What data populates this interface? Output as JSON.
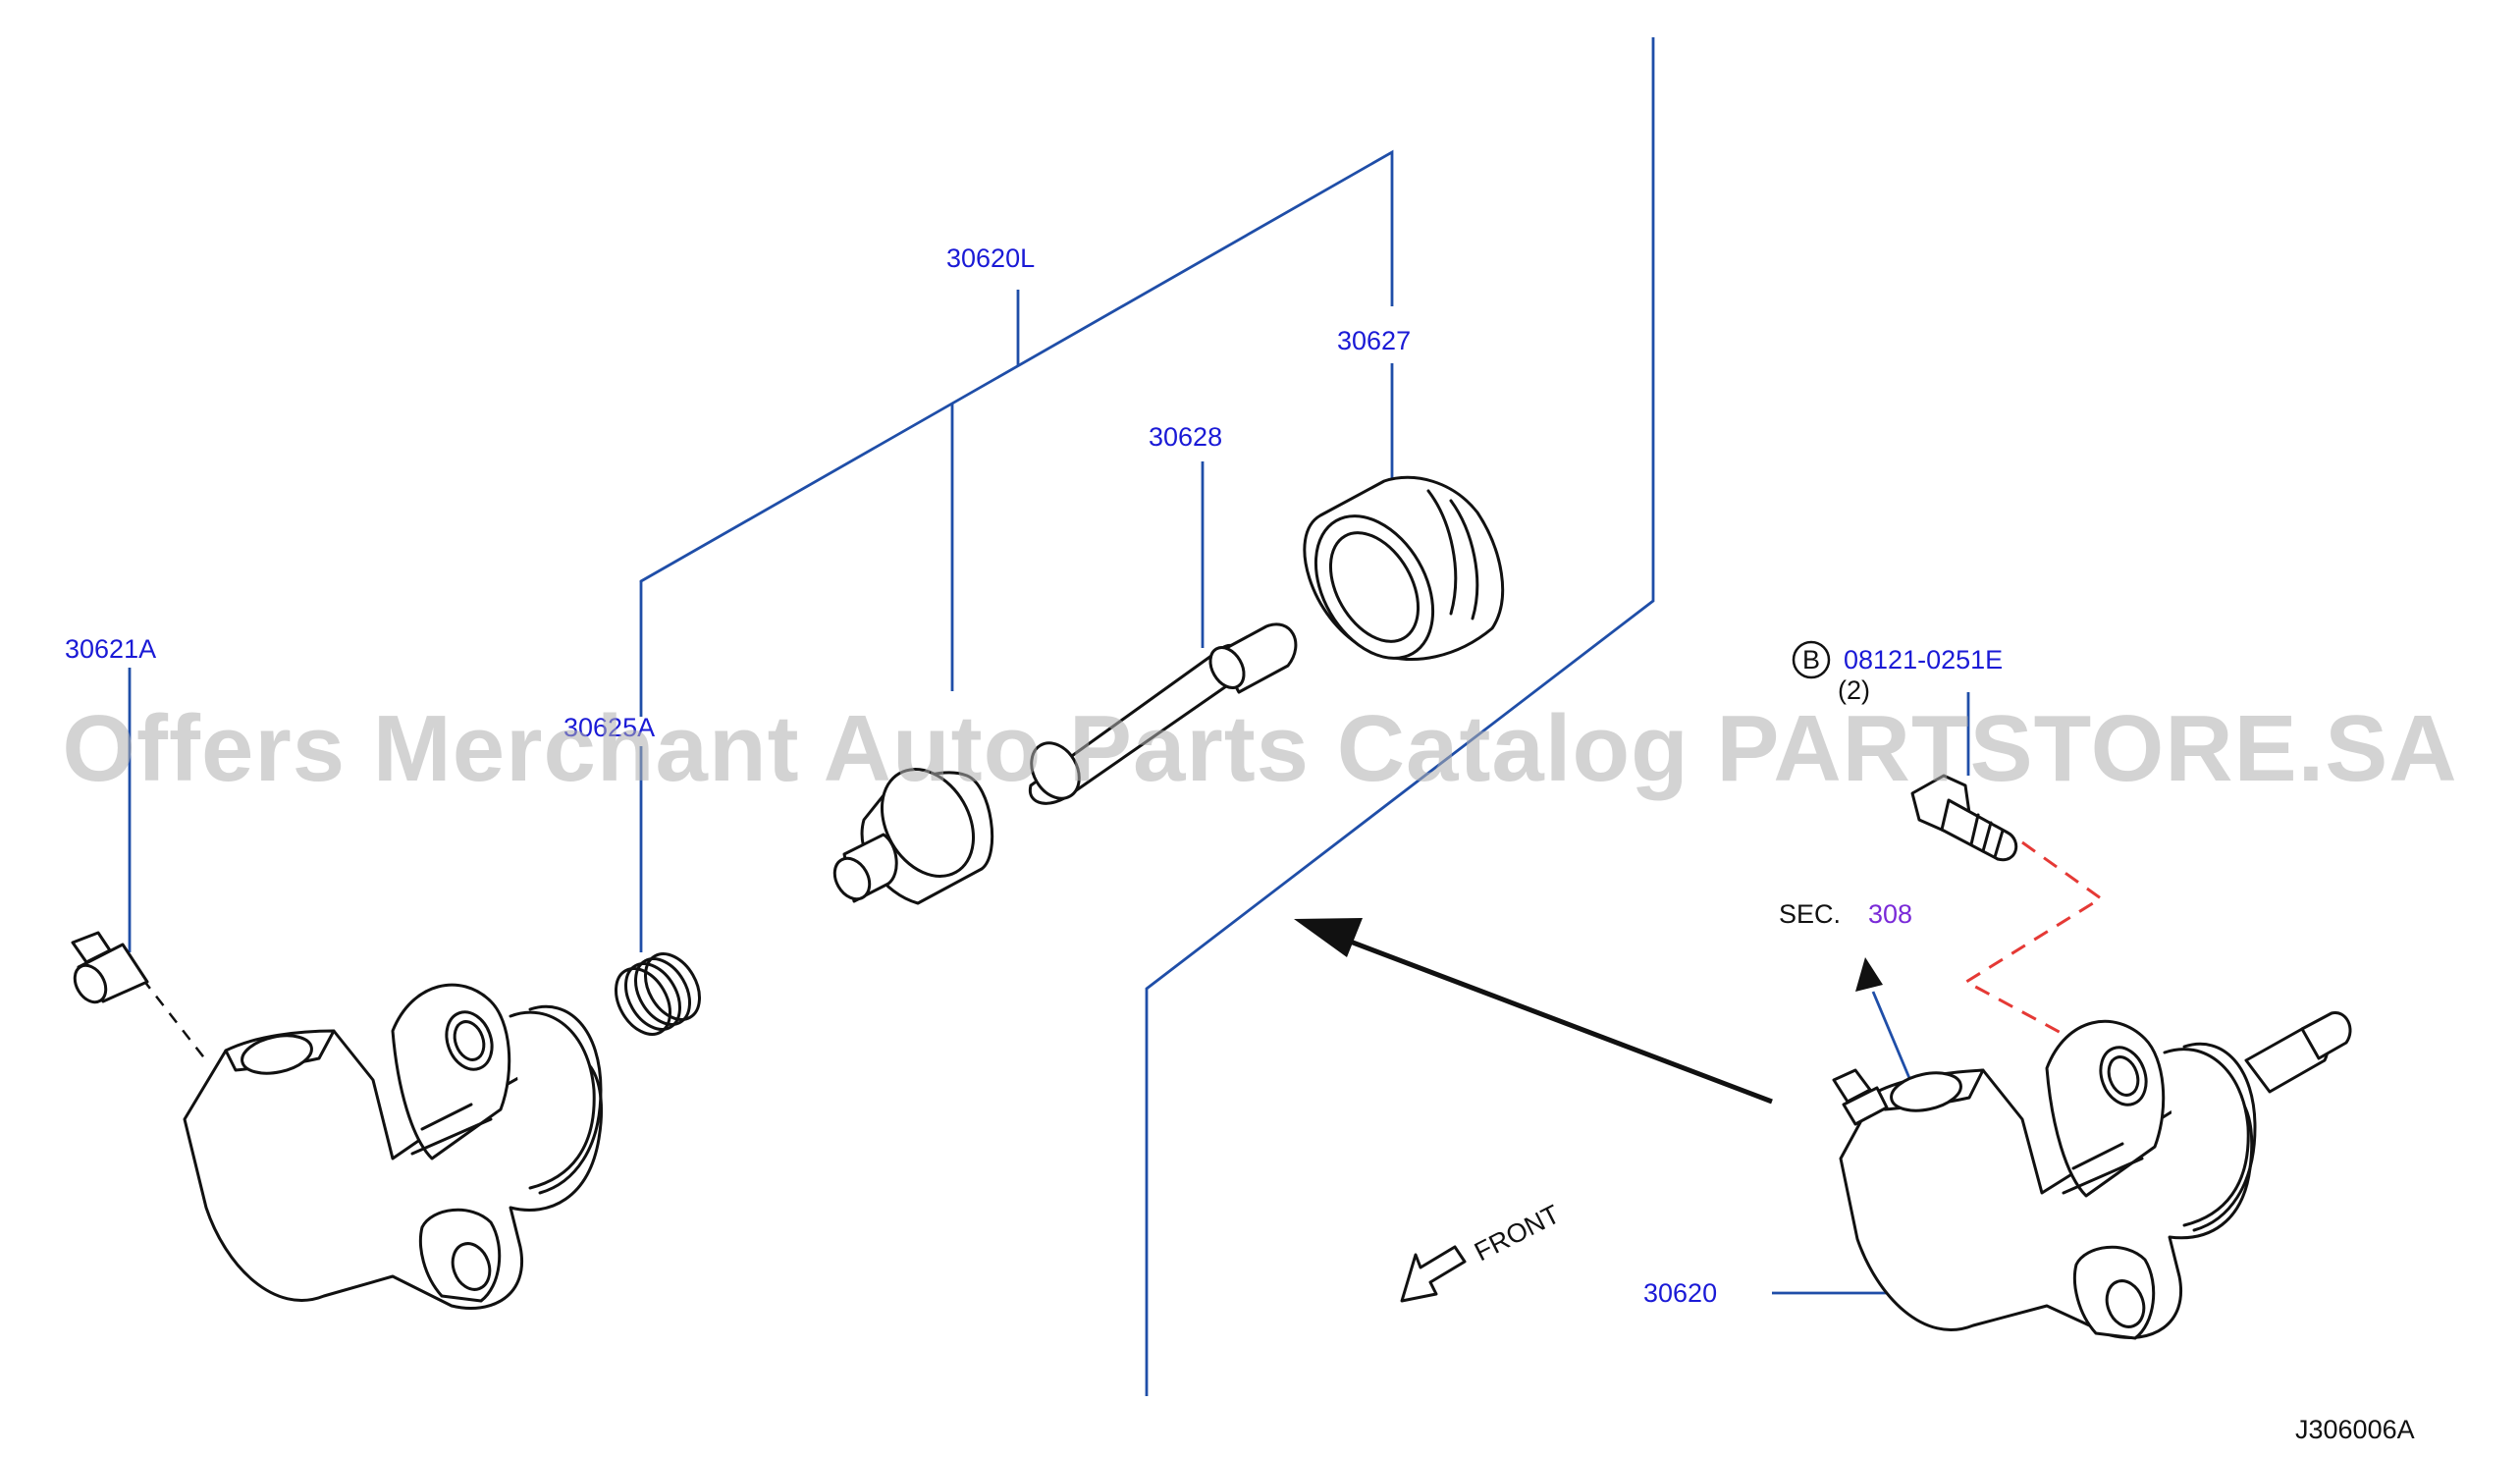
{
  "labels": {
    "p30620L": "30620L",
    "p30627": "30627",
    "p30628": "30628",
    "p30621A": "30621A",
    "p30625A": "30625A",
    "p08121": "08121-0251E",
    "qty": "(2)",
    "circle_b": "B",
    "sec": "SEC.",
    "sec_num": "308",
    "front": "FRONT",
    "p30620": "30620",
    "figure_code": "J306006A"
  },
  "watermark": "Offers Merchant Auto Parts Catalog PARTSTORE.SA",
  "colors": {
    "leader": "#1f4ea8",
    "part_number": "#1a1ad6",
    "section_number": "#7a2ad8",
    "dashed_guide": "#e53935",
    "line_art": "#111111"
  }
}
